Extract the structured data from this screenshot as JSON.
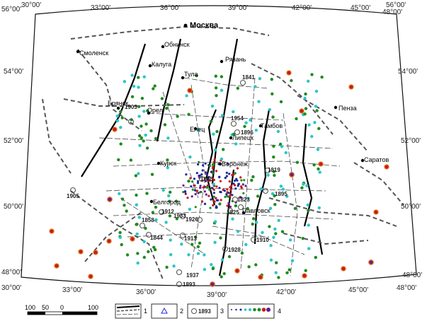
{
  "map": {
    "graticule_labels": {
      "top": [
        "30°00'",
        "33°00'",
        "36°00'",
        "39°00'",
        "42°00'",
        "45°00'",
        "48°00'"
      ],
      "bottom": [
        "30°00'",
        "33°00'",
        "36°00'",
        "39°00'",
        "42°00'",
        "45°00'",
        "48°00'"
      ],
      "left": [
        "56°00'",
        "54°00'",
        "52°00'",
        "50°00'",
        "48°00'"
      ],
      "right": [
        "56°00'",
        "54°00'",
        "52°00'",
        "50°00'",
        "48°00'"
      ]
    },
    "cities": [
      "Москва",
      "Смоленск",
      "Обнинск",
      "Рязань",
      "Калуга",
      "Тула",
      "Брянск",
      "Орел",
      "Елец",
      "Тамбов",
      "Липецк",
      "Пенза",
      "Воронеж",
      "Курск",
      "Саратов",
      "Белгород",
      "Павловск"
    ],
    "quake_years": [
      "1903",
      "1841",
      "1954",
      "1896",
      "1819",
      "1895",
      "1885",
      "1823",
      "1825",
      "1912",
      "1858",
      "1933",
      "1926",
      "1844",
      "1913",
      "1910",
      "1928",
      "1905",
      "1937",
      "1893"
    ],
    "scale": {
      "ticks": [
        "100",
        "50",
        "0",
        "100"
      ]
    },
    "legend": {
      "items": [
        "1",
        "2",
        "3",
        "4"
      ],
      "sample_year": "1893"
    },
    "colors": {
      "green": "#1f8a1f",
      "cyan": "#2bc6c6",
      "navy": "#1a2a9a",
      "red": "#c81a1a",
      "orange": "#e0701a",
      "purple": "#6a1a8a"
    }
  }
}
